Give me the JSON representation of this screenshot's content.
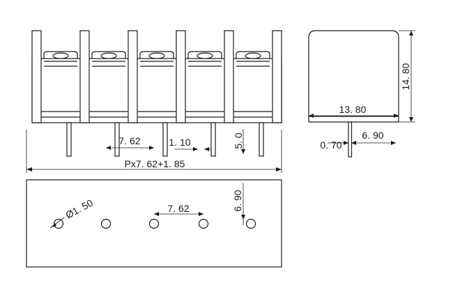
{
  "drawing": {
    "dimensions": {
      "total_length": "Px7. 62+1. 85",
      "pitch_front": "7. 62",
      "pin_width": "1. 10",
      "pin_length": "5. 0",
      "depth": "13. 80",
      "height": "14. 80",
      "pin_thickness": "0. 70",
      "pin_offset_side": "6. 90",
      "hole_diameter": "Ø1. 50",
      "pitch_bottom": "7. 62",
      "pin_row_offset": "6. 90"
    },
    "pole_count": 5,
    "hole_count": 5
  }
}
